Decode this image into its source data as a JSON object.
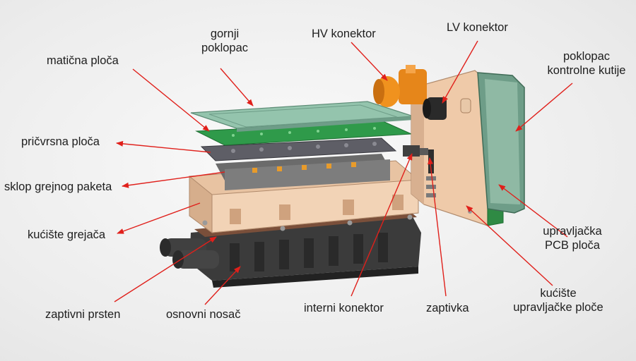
{
  "labels": {
    "maticna_ploca": "matična ploča",
    "gornji_poklopac_1": "gornji",
    "gornji_poklopac_2": "poklopac",
    "hv_konektor": "HV konektor",
    "lv_konektor": "LV konektor",
    "poklopac_kutije_1": "poklopac",
    "poklopac_kutije_2": "kontrolne kutije",
    "pricvrsna_ploca": "pričvrsna ploča",
    "sklop_grejnog_paketa": "sklop grejnog paketa",
    "kuciste_grejaca": "kućište grejača",
    "upravljacka_pcb_1": "upravljačka",
    "upravljacka_pcb_2": "PCB ploča",
    "zaptivni_prsten": "zaptivni prsten",
    "osnovni_nosac": "osnovni nosač",
    "interni_konektor": "interni konektor",
    "zaptivka": "zaptivka",
    "kuciste_upravljacke_1": "kućište",
    "kuciste_upravljacke_2": "upravljačke ploče"
  },
  "colors": {
    "arrow": "#e0201b",
    "plate_green": "#8fc1a8",
    "pcb_green": "#2f9a4a",
    "housing_peach": "#efc9a8",
    "base_dark": "#3a3a3a",
    "hv_orange": "#f0921e"
  }
}
